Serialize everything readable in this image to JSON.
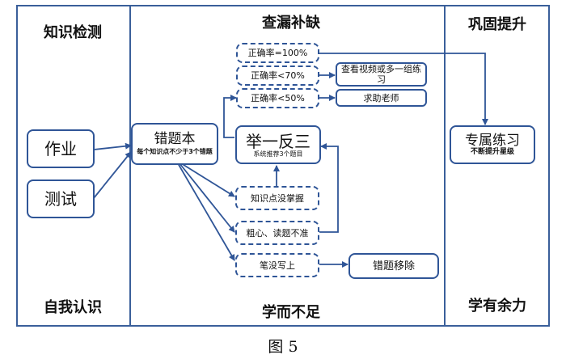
{
  "columns": {
    "c1": {
      "top": "知识检测",
      "bottom": "自我认识"
    },
    "c2": {
      "top": "查漏补缺",
      "bottom": "学而不足"
    },
    "c3": {
      "top": "巩固提升",
      "bottom": "学有余力"
    }
  },
  "nodes": {
    "homework": "作业",
    "test": "测试",
    "errorbook": {
      "title": "错题本",
      "note": "每个知识点不少于3个错题"
    },
    "drill": {
      "title": "举一反三",
      "note": "系统推荐3个题目"
    },
    "acc100": "正确率=100%",
    "acc70": "正确率<70%",
    "acc50": "正确率<50%",
    "video": "查看视频或多一组练习",
    "teacher": "求助老师",
    "notmastered": "知识点没掌握",
    "careless": "粗心、读题不准",
    "notwritten": "笔没写上",
    "remove": "错题移除",
    "practice": {
      "title": "专属练习",
      "note": "不断提升星级"
    }
  },
  "caption": "图 5"
}
